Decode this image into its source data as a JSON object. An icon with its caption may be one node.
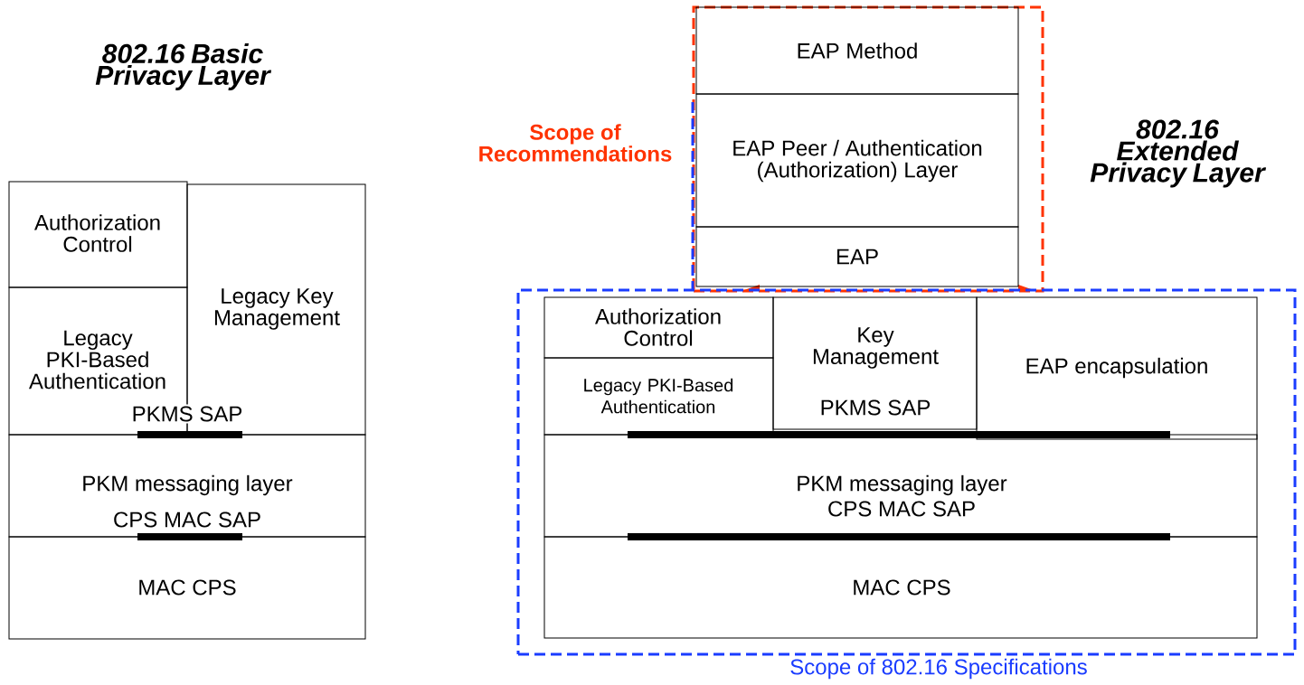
{
  "diagram": {
    "nodes": [
      {
        "text": [
          "Authorization Control"
        ]
      },
      {
        "text": [
          "Legacy PKI-Based Authentication"
        ]
      },
      {
        "text": [
          "Legacy Key Management"
        ]
      },
      {
        "text": [
          "PKM messaging layer",
          "CPS MAC SAP"
        ]
      },
      {
        "text": [
          "MAC CPS"
        ]
      },
      {
        "text": [
          "Scope of Recommendations"
        ]
      },
      {
        "text": [
          "EAP Method"
        ],
        "in": 5
      },
      {
        "text": [
          "EAP Peer / Authentication (Authorization) Layer"
        ],
        "in": 5
      },
      {
        "text": [
          "EAP"
        ],
        "in": 5
      },
      {
        "text": [
          "Scope of 802.16 Specifications"
        ]
      },
      {
        "text": [
          "Authorization Control"
        ],
        "in": 9
      },
      {
        "text": [
          "Legacy PKI-Based Authentication"
        ],
        "in": 9
      },
      {
        "text": [
          "Key Management",
          "PKMS SAP"
        ],
        "in": 9
      },
      {
        "text": [
          "EAP encapsulation"
        ],
        "in": 9
      },
      {
        "text": [
          "PKM messaging layer",
          "CPS MAC SAP"
        ],
        "in": 9
      },
      {
        "text": [
          "MAC CPS"
        ],
        "in": 9
      }
    ],
    "labels": [
      "802.16 Basic Privacy Layer",
      "PKMS SAP",
      "802.16 Extended Privacy Layer"
    ]
  }
}
